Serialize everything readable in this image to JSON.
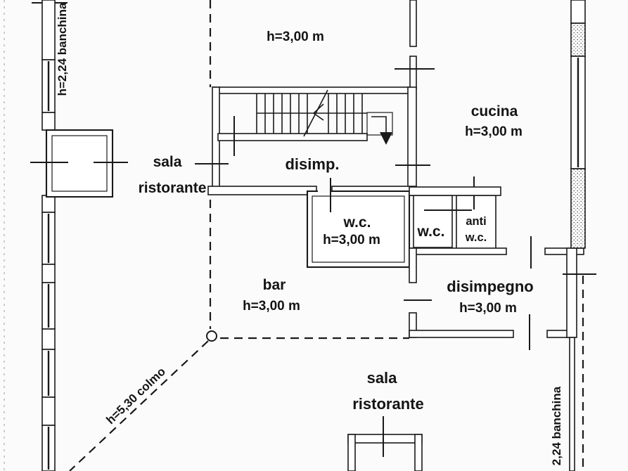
{
  "document": {
    "kind": "scanned floor plan",
    "language": "Italian"
  },
  "rooms": {
    "hall_top": {
      "height": "h=3,00 m"
    },
    "cucina": {
      "name": "cucina",
      "height": "h=3,00 m"
    },
    "sala_ristorante_left": {
      "name_line1": "sala",
      "name_line2": "ristorante"
    },
    "disimp": {
      "name": "disimp."
    },
    "wc_main": {
      "name": "w.c.",
      "height": "h=3,00 m"
    },
    "wc_small": {
      "name": "w.c."
    },
    "anti_wc": {
      "name_line1": "anti",
      "name_line2": "w.c."
    },
    "bar": {
      "name": "bar",
      "height": "h=3,00 m"
    },
    "disimpegno": {
      "name": "disimpegno",
      "height": "h=3,00 m"
    },
    "sala_ristorante_bottom": {
      "name_line1": "sala",
      "name_line2": "ristorante"
    }
  },
  "annotations": {
    "banchina_left": "h=2,24 banchina",
    "banchina_right": "2,24 banchina",
    "ridge_height": "h=5,30 colmo"
  },
  "colors": {
    "line": "#1a1a1a",
    "text": "#141414",
    "background": "#fbfbfb"
  }
}
